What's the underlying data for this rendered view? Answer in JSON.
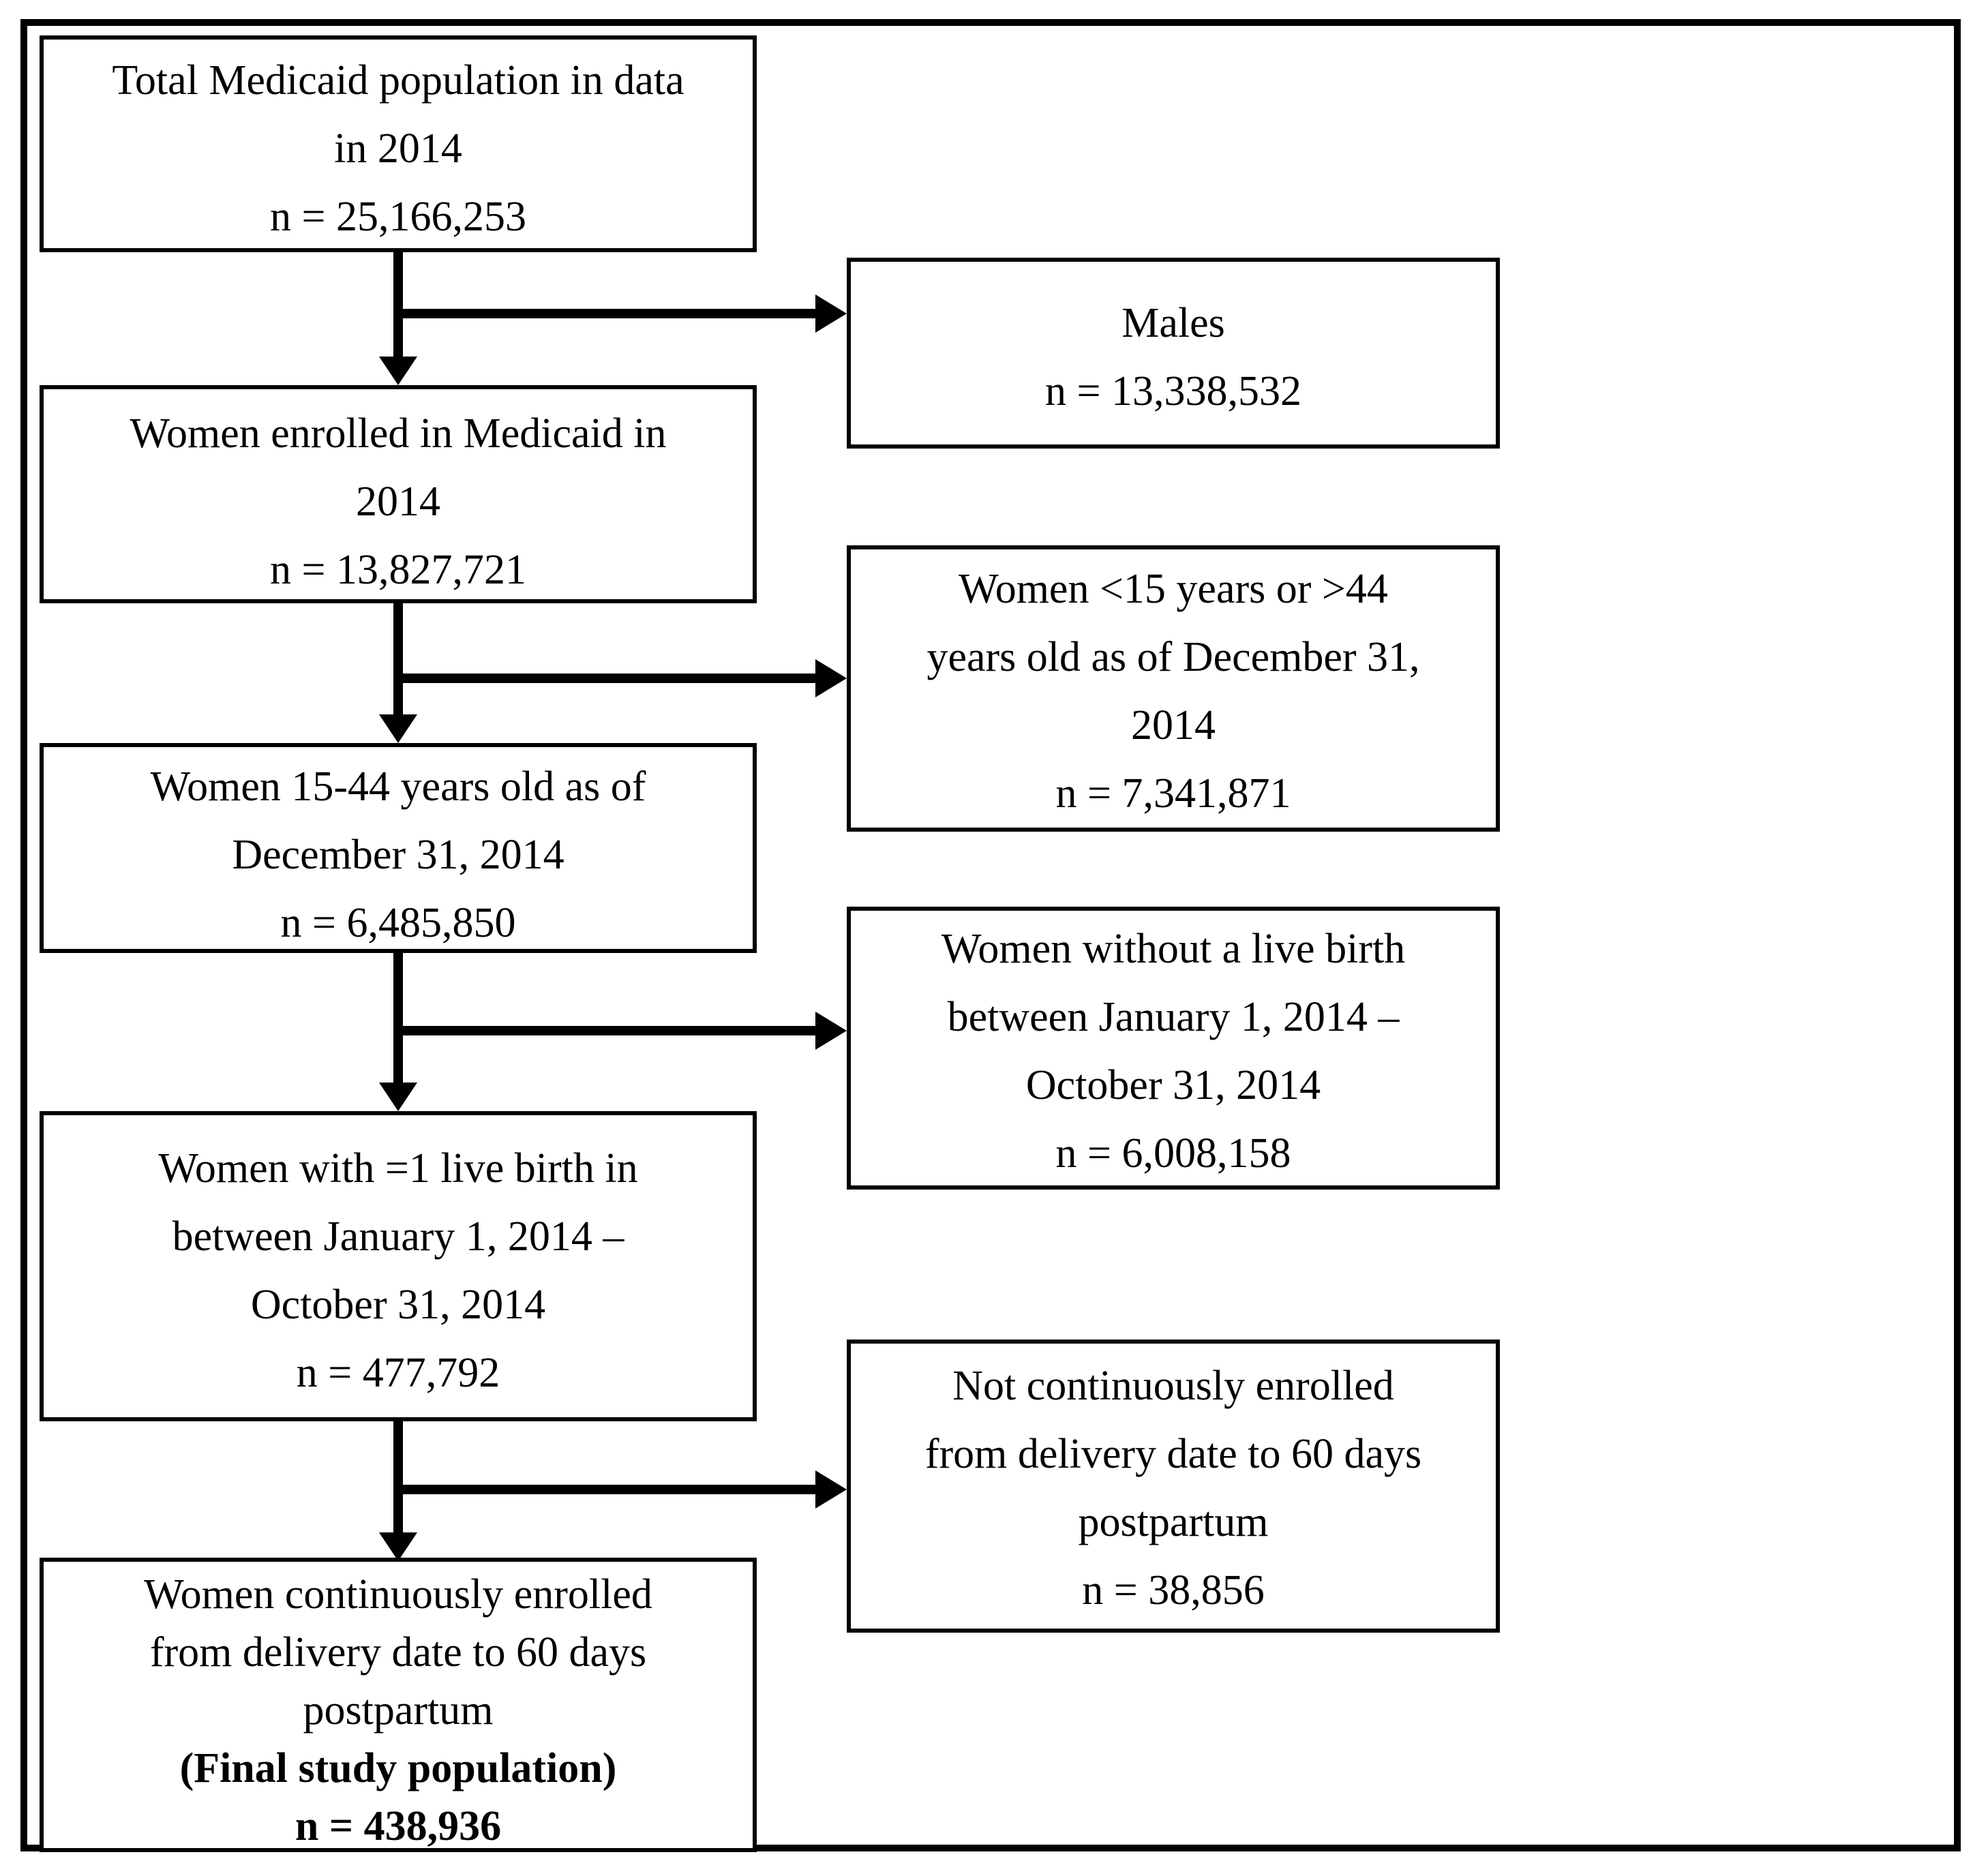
{
  "boxes": {
    "total": {
      "lines": [
        "Total Medicaid population in data",
        "in 2014",
        "n = 25,166,253"
      ]
    },
    "males": {
      "lines": [
        "Males",
        "n = 13,338,532"
      ]
    },
    "women_enrolled": {
      "lines": [
        "Women enrolled in Medicaid in",
        "2014",
        "n = 13,827,721"
      ]
    },
    "age_excluded": {
      "lines": [
        "Women <15 years or >44",
        "years old as of December 31,",
        "2014",
        "n = 7,341,871"
      ]
    },
    "women_15_44": {
      "lines": [
        "Women 15-44 years old as of",
        "December 31, 2014",
        "n = 6,485,850"
      ]
    },
    "no_live_birth": {
      "lines": [
        "Women without a live birth",
        "between January 1, 2014 –",
        "October 31, 2014",
        "n = 6,008,158"
      ]
    },
    "live_birth": {
      "lines": [
        "Women with =1 live birth in",
        "between January 1, 2014 –",
        "October 31, 2014",
        "n = 477,792"
      ]
    },
    "not_continuous": {
      "lines": [
        "Not continuously enrolled",
        "from delivery date to 60 days",
        "postpartum",
        "n = 38,856"
      ]
    },
    "final": {
      "lines": [
        "Women continuously enrolled",
        "from delivery date to 60 days",
        "postpartum",
        "(Final study population)",
        "n = 438,936"
      ]
    }
  },
  "colors": {
    "line_color": "#000000",
    "background": "#ffffff",
    "text": "#000000"
  }
}
